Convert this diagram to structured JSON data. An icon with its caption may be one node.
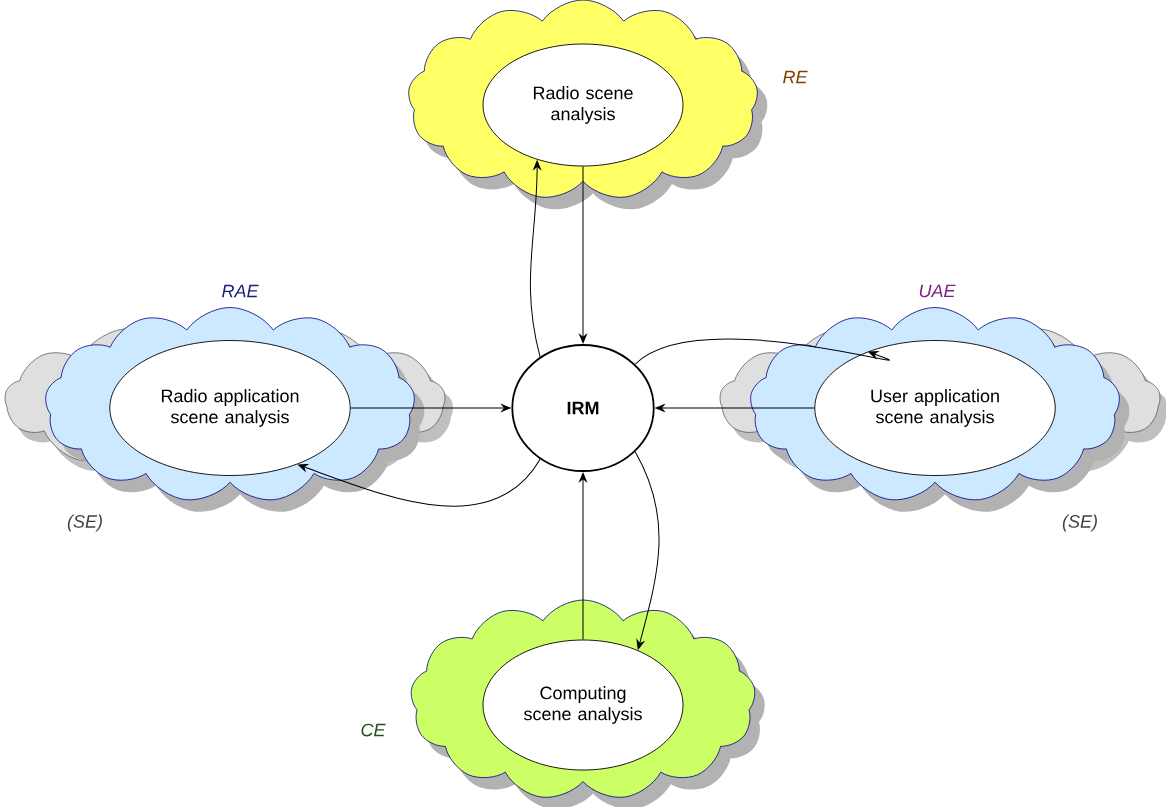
{
  "diagram": {
    "nodes": [
      {
        "text": [
          "RE"
        ]
      },
      {
        "text": [
          "Radio scene analysis"
        ],
        "in": 0
      },
      {
        "text": [
          "RAE"
        ]
      },
      {
        "text": [
          "Radio application scene analysis"
        ],
        "in": 2
      },
      {
        "text": [
          "IRM"
        ]
      },
      {
        "text": [
          "UAE"
        ]
      },
      {
        "text": [
          "User application scene analysis"
        ],
        "in": 5
      },
      {
        "text": [
          "CE"
        ]
      },
      {
        "text": [
          "Computing scene analysis"
        ],
        "in": 7
      }
    ],
    "edges": [
      {
        "from": 1,
        "to": 4,
        "arrow": "to"
      },
      {
        "from": 4,
        "to": 1,
        "arrow": "to"
      },
      {
        "from": 3,
        "to": 4,
        "arrow": "to"
      },
      {
        "from": 4,
        "to": 3,
        "arrow": "to"
      },
      {
        "from": 6,
        "to": 4,
        "arrow": "to"
      },
      {
        "from": 4,
        "to": 6,
        "arrow": "to"
      },
      {
        "from": 8,
        "to": 4,
        "arrow": "to"
      },
      {
        "from": 4,
        "to": 8,
        "arrow": "to"
      }
    ],
    "labels": [
      "(SE)",
      "(SE)"
    ]
  }
}
